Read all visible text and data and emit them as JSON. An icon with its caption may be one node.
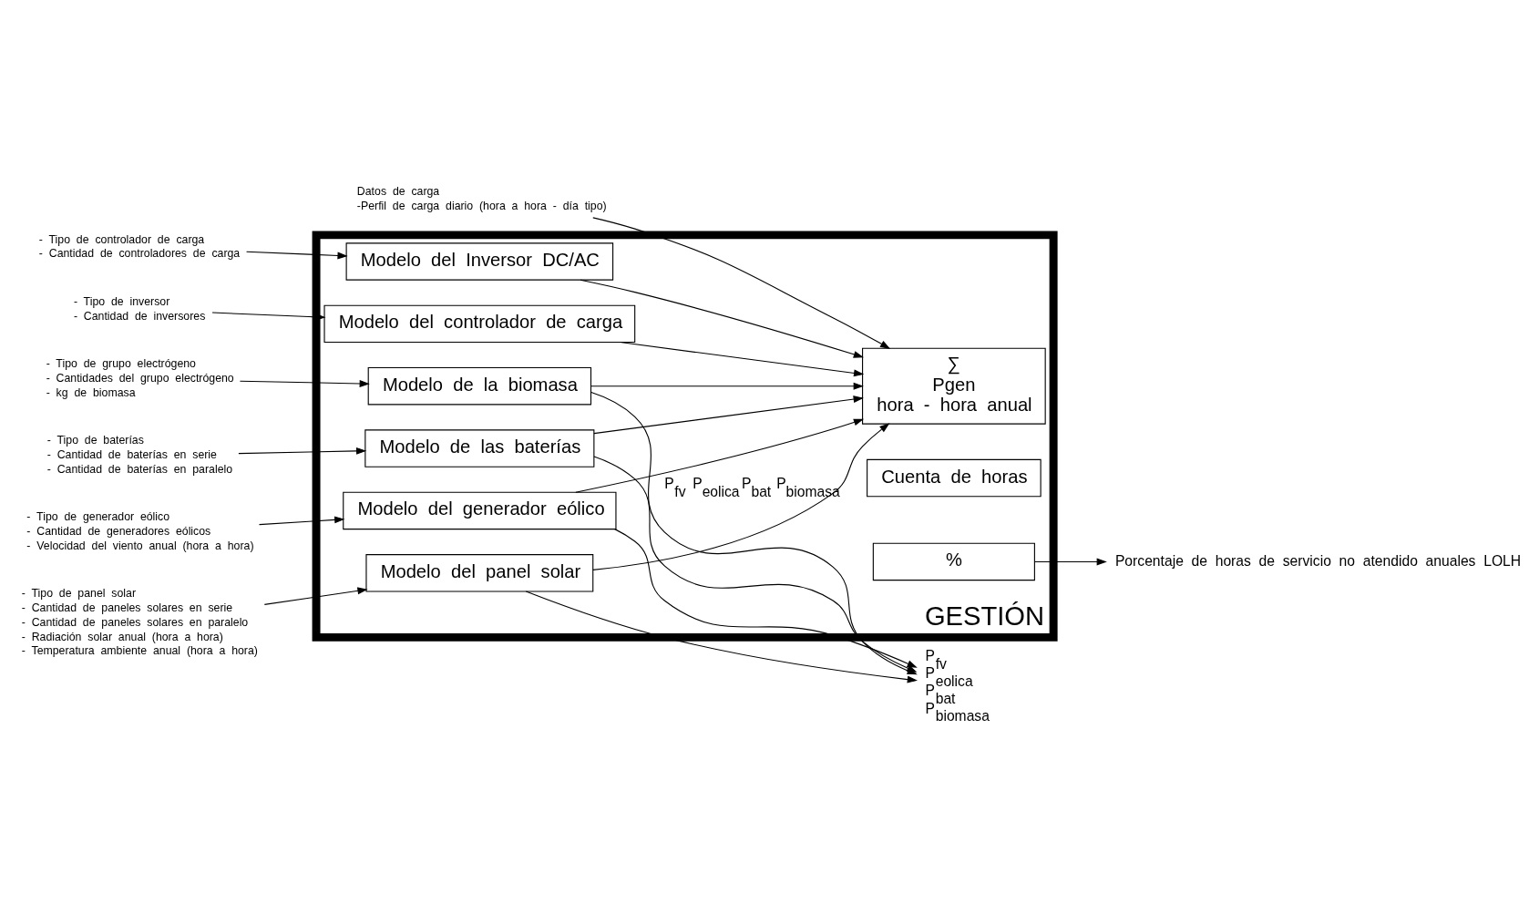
{
  "diagram": {
    "nodes": [
      {
        "text": [
          "GESTIÓN"
        ]
      },
      {
        "text": [
          "Modelo del panel solar"
        ],
        "in": 0
      },
      {
        "text": [
          "Modelo del generador eólico"
        ],
        "in": 0
      },
      {
        "text": [
          "Modelo de las baterías"
        ],
        "in": 0
      },
      {
        "text": [
          "Modelo de la biomasa"
        ],
        "in": 0
      },
      {
        "text": [
          "Modelo del Inversor DC/AC"
        ],
        "in": 0
      },
      {
        "text": [
          "Modelo del controlador de carga"
        ],
        "in": 0
      },
      {
        "text": [
          "∑",
          "Pgen",
          "hora - hora anual"
        ],
        "in": 0
      },
      {
        "text": [
          "Cuenta de horas"
        ],
        "in": 0
      },
      {
        "text": [
          "%"
        ],
        "in": 0
      },
      {
        "text": [
          "- Tipo de panel solar",
          "- Cantidad de paneles solares en serie",
          "- Cantidad de paneles solares en paralelo",
          "- Radiación solar anual (hora a hora)",
          "- Temperatura ambiente anual (hora a hora)"
        ]
      },
      {
        "text": [
          "- Tipo de generador eólico",
          "- Cantidad de generadores eólicos",
          "- Velocidad del viento anual (hora a hora)"
        ]
      },
      {
        "text": [
          "- Tipo de baterías",
          "- Cantidad de baterías en serie",
          "- Cantidad de baterías en paralelo"
        ]
      },
      {
        "text": [
          "- Tipo de grupo electrógeno",
          "- Cantidades del grupo electrógeno",
          "- kg de biomasa"
        ]
      },
      {
        "text": [
          "Datos de carga",
          "-Perfil de carga diario (hora a hora - día tipo)"
        ]
      },
      {
        "text": [
          "- Tipo de controlador de carga",
          "- Cantidad de controladores de carga"
        ]
      },
      {
        "text": [
          "- Tipo de inversor",
          "- Cantidad de inversores"
        ]
      },
      {
        "text": [
          "P$_{fv}$",
          "P$_{eolica}$",
          "P$_{bat}$",
          "P$_{biomasa}$"
        ]
      },
      {
        "text": [
          "Porcentaje de horas de servicio no atendido anuales LOLH"
        ]
      }
    ],
    "edges": [
      {
        "from": 10,
        "to": 1,
        "arrow": "to"
      },
      {
        "from": 11,
        "to": 2,
        "arrow": "to"
      },
      {
        "from": 12,
        "to": 3,
        "arrow": "to"
      },
      {
        "from": 13,
        "to": 4,
        "arrow": "to"
      },
      {
        "from": 15,
        "to": 5,
        "arrow": "to"
      },
      {
        "from": 16,
        "to": 6,
        "arrow": "to"
      },
      {
        "from": 1,
        "to": 7,
        "arrow": "to",
        "label": "P$_{fv}$ P$_{eolica}$ P$_{bat}$ P$_{biomasa}$"
      },
      {
        "from": 2,
        "to": 7,
        "arrow": "to"
      },
      {
        "from": 3,
        "to": 7,
        "arrow": "to"
      },
      {
        "from": 4,
        "to": 7,
        "arrow": "to"
      },
      {
        "from": 1,
        "to": 17,
        "arrow": "to"
      },
      {
        "from": 2,
        "to": 17,
        "arrow": "to"
      },
      {
        "from": 3,
        "to": 17,
        "arrow": "to"
      },
      {
        "from": 4,
        "to": 17,
        "arrow": "to"
      },
      {
        "from": 5,
        "to": 7,
        "arrow": "to"
      },
      {
        "from": 6,
        "to": 7,
        "arrow": "to"
      },
      {
        "from": 14,
        "to": 7,
        "arrow": "to"
      },
      {
        "from": 9,
        "to": 18,
        "arrow": "to"
      }
    ]
  }
}
